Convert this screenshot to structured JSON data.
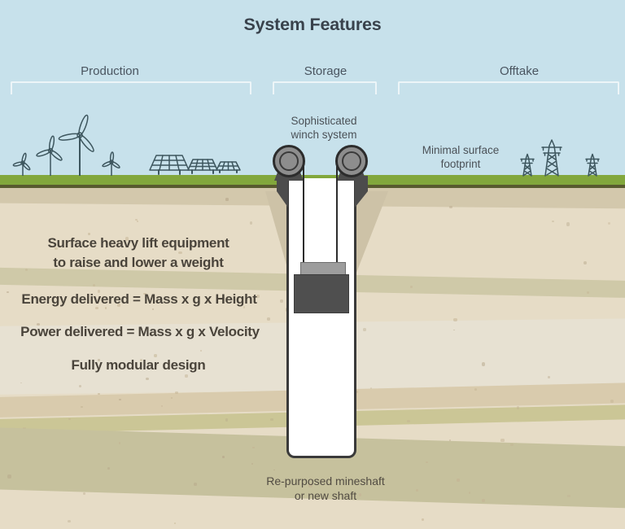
{
  "title": "System Features",
  "sections": [
    {
      "label": "Production"
    },
    {
      "label": "Storage"
    },
    {
      "label": "Offtake"
    }
  ],
  "annotations": {
    "winch": {
      "line1": "Sophisticated",
      "line2": "winch system"
    },
    "footprint": {
      "line1": "Minimal surface",
      "line2": "footprint"
    },
    "mineshaft": {
      "line1": "Re-purposed mineshaft",
      "line2": "or new shaft"
    }
  },
  "features": {
    "lift": {
      "line1": "Surface heavy lift equipment",
      "line2": "to raise and lower a weight"
    },
    "energy": "Energy delivered = Mass x g x Height",
    "power": "Power delivered = Mass x g x Velocity",
    "modular": "Fully modular design"
  },
  "colors": {
    "sky": "#c7e1eb",
    "grass": "#82a73c",
    "grass_dark": "#585a2f",
    "ground_base": "#e6dcc6",
    "tan1": "#d3c8ac",
    "olive1": "#cfc9a8",
    "pale": "#e7e1d2",
    "tan2": "#d9cbad",
    "olive2": "#cbc696",
    "olivegray": "#c6c19d",
    "wedge": "#cdc2a7",
    "shaft_border": "#3a3a3a",
    "shaft_fill": "#ffffff",
    "metal": "#4c4c4c",
    "pulley_fill": "#8d8d8d",
    "pulley_stroke": "#2c2c2c",
    "cable": "#2c2c2c",
    "weight_cap": "#9d9d9d",
    "weight_body": "#4f4f4f",
    "icon": "#3d565e",
    "title": "#39424c",
    "label": "#4a5560",
    "bracket": "#edf5f8",
    "annotation": "#4b5157",
    "feature": "#4a443b",
    "shaft_label": "#514b42",
    "speckle1": "#c3b292",
    "speckle2": "#b5a588"
  }
}
